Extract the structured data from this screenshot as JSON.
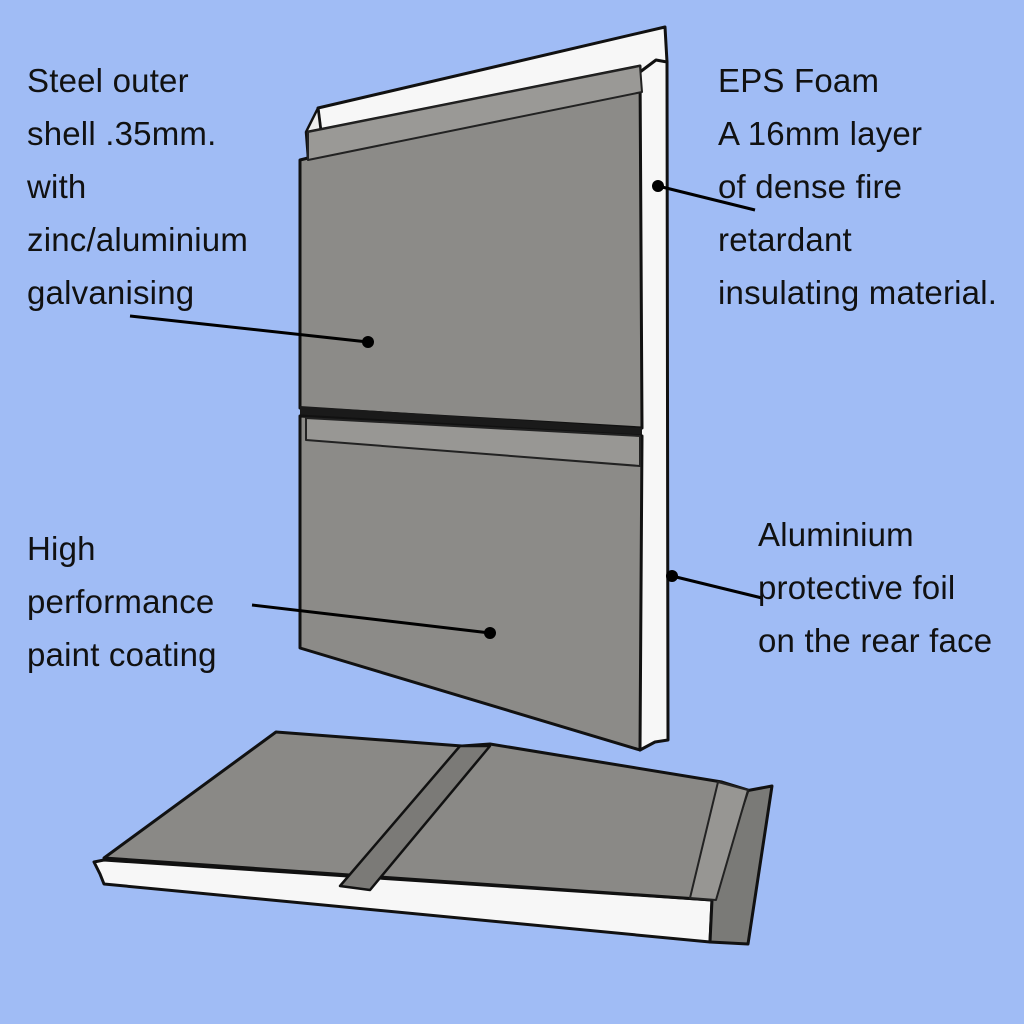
{
  "background_color": "#a0bcf5",
  "panel_color": "#8a8a87",
  "foam_color": "#f7f7f7",
  "labels": {
    "steel_shell": {
      "lines": [
        "Steel outer",
        "shell .35mm.",
        "with",
        "zinc/aluminium",
        "galvanising"
      ]
    },
    "eps_foam": {
      "lines": [
        "EPS Foam",
        "A 16mm layer",
        "of dense fire",
        "retardant",
        "insulating material."
      ]
    },
    "paint_coating": {
      "lines": [
        "High",
        "performance",
        "paint coating"
      ]
    },
    "aluminium_foil": {
      "lines": [
        "Aluminium",
        "protective foil",
        "on the rear face"
      ]
    }
  }
}
